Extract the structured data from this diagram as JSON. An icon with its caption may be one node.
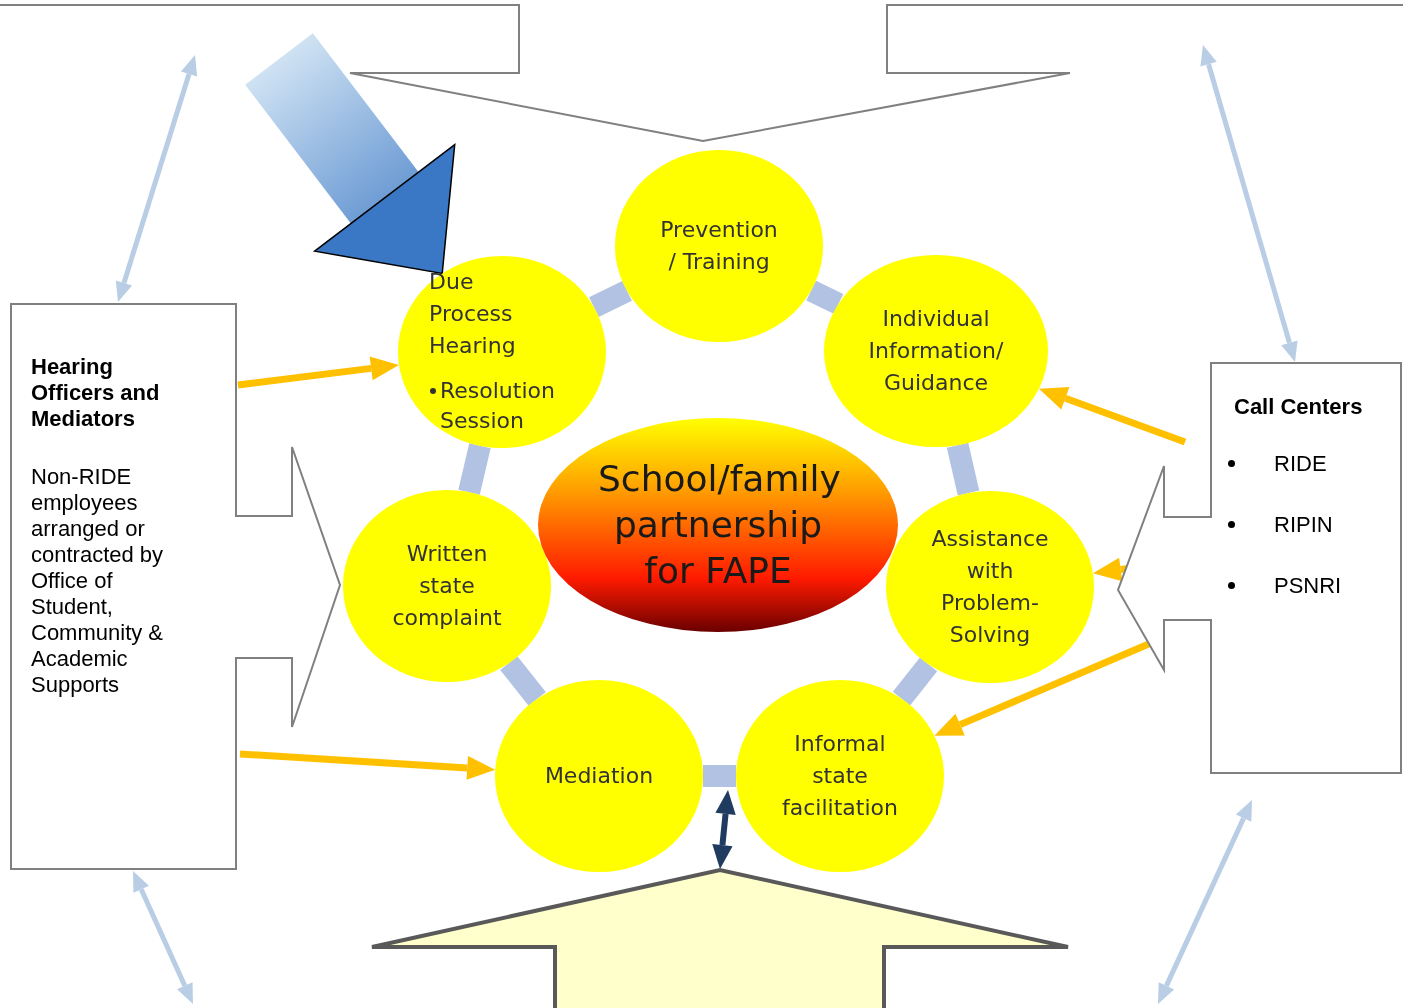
{
  "diagram": {
    "nodes": [
      {
        "text": [],
        "shape": "box"
      },
      {
        "text": [
          "Hearing Officers and Mediators",
          "Non-RIDE employees arranged or contracted by Office of Student, Community & Academic Supports"
        ]
      },
      {
        "text": [
          "Call Centers",
          "RIDE",
          "RIPIN",
          "PSNRI"
        ]
      },
      {
        "text": [],
        "shape": "box"
      },
      {
        "text": [
          "Prevention / Training"
        ]
      },
      {
        "text": [
          "Individual Information/ Guidance"
        ]
      },
      {
        "text": [
          "Assistance with Problem-Solving"
        ]
      },
      {
        "text": [
          "Informal state facilitation"
        ]
      },
      {
        "text": [
          "Mediation"
        ]
      },
      {
        "text": [
          "Written state complaint"
        ]
      },
      {
        "text": [
          "Due Process Hearing",
          "Resolution Session"
        ]
      },
      {
        "text": [
          "School/family partnership for FAPE"
        ]
      }
    ],
    "edges": [
      {
        "from": 4,
        "to": 5,
        "arrow": "none",
        "style": "thick"
      },
      {
        "from": 5,
        "to": 6,
        "arrow": "none",
        "style": "thick"
      },
      {
        "from": 6,
        "to": 7,
        "arrow": "none",
        "style": "thick"
      },
      {
        "from": 7,
        "to": 8,
        "arrow": "none",
        "style": "thick"
      },
      {
        "from": 8,
        "to": 9,
        "arrow": "none",
        "style": "thick"
      },
      {
        "from": 9,
        "to": 10,
        "arrow": "none",
        "style": "thick"
      },
      {
        "from": 10,
        "to": 4,
        "arrow": "none",
        "style": "thick"
      },
      {
        "from": 1,
        "to": 10,
        "arrow": "to",
        "color": "#ffc000"
      },
      {
        "from": 1,
        "to": 8,
        "arrow": "to",
        "color": "#ffc000"
      },
      {
        "from": 2,
        "to": 5,
        "arrow": "to",
        "color": "#ffc000"
      },
      {
        "from": 2,
        "to": 6,
        "arrow": "to",
        "color": "#ffc000"
      },
      {
        "from": 2,
        "to": 7,
        "arrow": "to",
        "color": "#ffc000"
      },
      {
        "from": 0,
        "to": 1,
        "arrow": "both",
        "color": "#b9cde5"
      },
      {
        "from": 0,
        "to": 2,
        "arrow": "both",
        "color": "#b9cde5"
      },
      {
        "from": 1,
        "to": null,
        "arrow": "both",
        "color": "#b9cde5"
      },
      {
        "from": 2,
        "to": null,
        "arrow": "both",
        "color": "#b9cde5"
      },
      {
        "from": 3,
        "to": 7,
        "arrow": "both",
        "color": "#1f3b60"
      },
      {
        "from": 0,
        "to": 10,
        "arrow": "to",
        "style": "thick",
        "color": "#3a77c4"
      }
    ]
  }
}
